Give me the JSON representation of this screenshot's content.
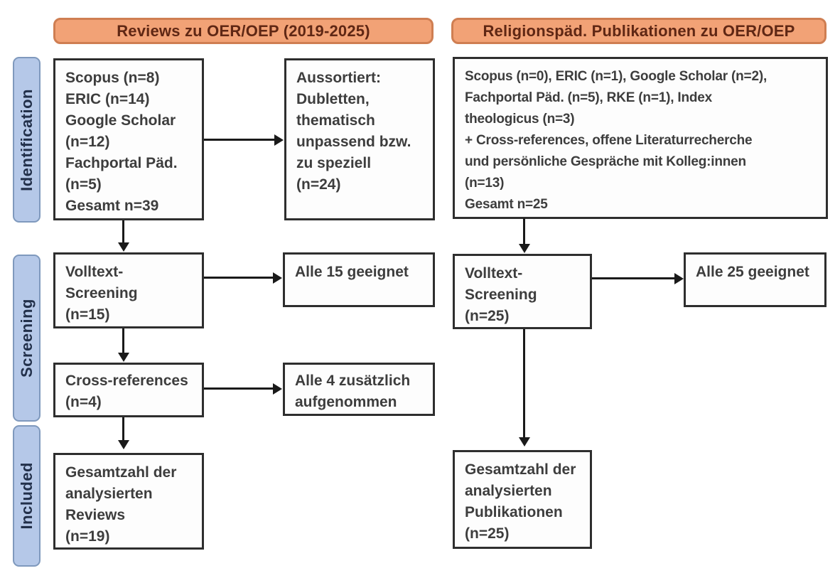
{
  "columns": {
    "left": {
      "header": "Reviews zu OER/OEP (2019-2025)",
      "identification_box": {
        "lines": [
          "Scopus (n=8)",
          "ERIC (n=14)",
          "Google Scholar",
          "(n=12)",
          "Fachportal Päd.",
          "(n=5)",
          "Gesamt n=39"
        ]
      },
      "excluded_box": {
        "lines": [
          "Aussortiert:",
          "Dubletten,",
          "thematisch",
          "unpassend bzw.",
          "zu speziell",
          "(n=24)"
        ]
      },
      "fulltext_box": {
        "lines": [
          "Volltext-",
          "Screening",
          "(n=15)"
        ]
      },
      "fulltext_result_box": {
        "lines": [
          "Alle 15 geeignet"
        ]
      },
      "crossref_box": {
        "lines": [
          "Cross-references",
          "(n=4)"
        ]
      },
      "crossref_result_box": {
        "lines": [
          "Alle 4 zusätzlich",
          "aufgenommen"
        ]
      },
      "included_box": {
        "lines": [
          "Gesamtzahl der",
          "analysierten",
          "Reviews",
          "(n=19)"
        ]
      }
    },
    "right": {
      "header": "Religionspäd. Publikationen zu OER/OEP",
      "identification_box": {
        "lines": [
          "Scopus (n=0), ERIC (n=1), Google Scholar (n=2),",
          "Fachportal Päd. (n=5), RKE (n=1), Index",
          "theologicus (n=3)",
          "+ Cross-references, offene Literaturrecherche",
          "und persönliche Gespräche mit Kolleg:innen",
          "(n=13)",
          "Gesamt n=25"
        ]
      },
      "fulltext_box": {
        "lines": [
          "Volltext-",
          "Screening",
          "(n=25)"
        ]
      },
      "fulltext_result_box": {
        "lines": [
          "Alle 25 geeignet"
        ]
      },
      "included_box": {
        "lines": [
          "Gesamtzahl der",
          "analysierten",
          "Publikationen",
          "(n=25)"
        ]
      }
    }
  },
  "stages": {
    "identification": "Identification",
    "screening": "Screening",
    "included": "Included"
  },
  "colors": {
    "orange_fill": "#f2a276",
    "orange_border": "#cf7e52",
    "orange_text": "#5f2714",
    "blue_fill": "#b5c8e8",
    "blue_border": "#7f99bd",
    "blue_text": "#22304a",
    "box_border": "#2e2e2e",
    "box_text": "#3d3d3d",
    "arrow_color": "#1a1a1a"
  }
}
